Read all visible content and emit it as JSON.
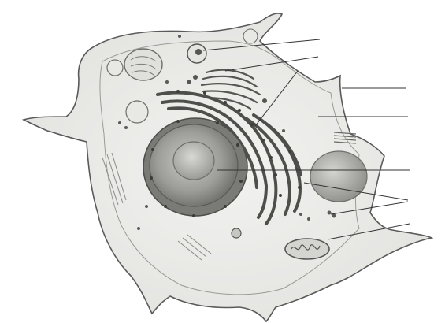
{
  "diagram": {
    "subject": "animal cell",
    "style": "grayscale pencil illustration",
    "structures": [
      {
        "id": "cell-membrane"
      },
      {
        "id": "cytoplasm"
      },
      {
        "id": "nucleus"
      },
      {
        "id": "nucleolus"
      },
      {
        "id": "rough-endoplasmic-reticulum"
      },
      {
        "id": "golgi-apparatus"
      },
      {
        "id": "mitochondrion"
      },
      {
        "id": "vacuole"
      },
      {
        "id": "vesicle"
      },
      {
        "id": "lysosome"
      },
      {
        "id": "ribosomes"
      },
      {
        "id": "centrioles"
      },
      {
        "id": "cytoskeleton"
      }
    ],
    "pointer_lines": 9,
    "label_text": []
  },
  "colors": {
    "cell_fill": "#eeeeec",
    "outline": "#5a5a5a",
    "nucleus": "#8a8a86",
    "organelle_dark": "#6e6e6a",
    "pointer": "#333333"
  }
}
